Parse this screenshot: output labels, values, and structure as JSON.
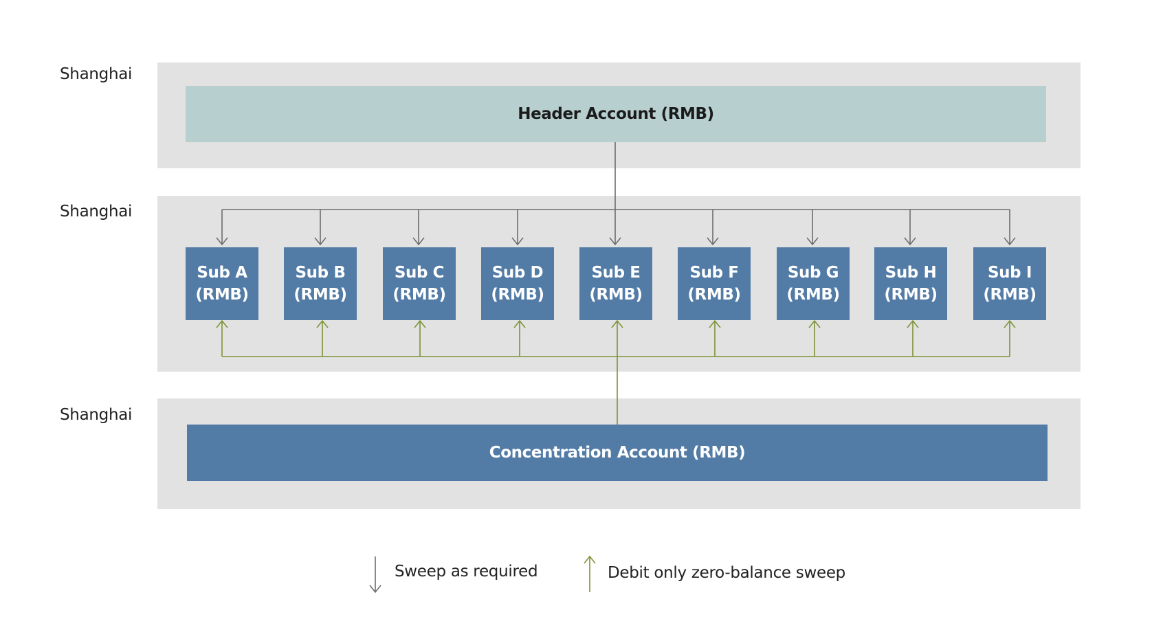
{
  "regions": [
    {
      "label": "Shanghai"
    },
    {
      "label": "Shanghai"
    },
    {
      "label": "Shanghai"
    }
  ],
  "header_account": {
    "label": "Header Account (RMB)"
  },
  "sub_accounts": [
    {
      "name": "Sub A",
      "currency": "(RMB)"
    },
    {
      "name": "Sub B",
      "currency": "(RMB)"
    },
    {
      "name": "Sub C",
      "currency": "(RMB)"
    },
    {
      "name": "Sub D",
      "currency": "(RMB)"
    },
    {
      "name": "Sub E",
      "currency": "(RMB)"
    },
    {
      "name": "Sub F",
      "currency": "(RMB)"
    },
    {
      "name": "Sub G",
      "currency": "(RMB)"
    },
    {
      "name": "Sub H",
      "currency": "(RMB)"
    },
    {
      "name": "Sub I",
      "currency": "(RMB)"
    }
  ],
  "concentration_account": {
    "label": "Concentration Account (RMB)"
  },
  "legend": {
    "sweep": "Sweep as required",
    "debit": "Debit only zero-balance sweep"
  },
  "colors": {
    "band": "#e2e2e2",
    "header": "#b7cfcf",
    "account": "#527ba6",
    "sweep_line": "#6d6d6d",
    "debit_line": "#7d9336"
  }
}
